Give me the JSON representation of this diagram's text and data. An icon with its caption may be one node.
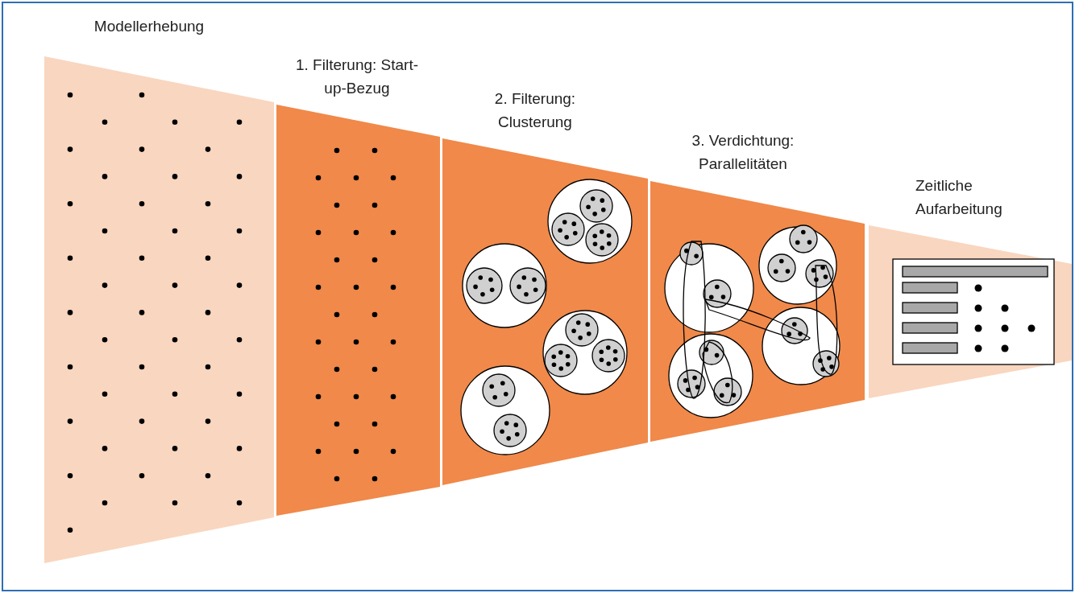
{
  "diagram": {
    "nodes": [
      {
        "text": [
          "Modellerhebung"
        ]
      },
      {
        "text": [
          "1. Filterung: Start-up-Bezug"
        ]
      },
      {
        "text": [
          "2. Filterung: Clusterung"
        ]
      },
      {
        "text": [
          "3. Verdichtung: Parallelitäten"
        ]
      },
      {
        "text": [
          "Zeitliche Aufarbeitung"
        ]
      }
    ]
  }
}
